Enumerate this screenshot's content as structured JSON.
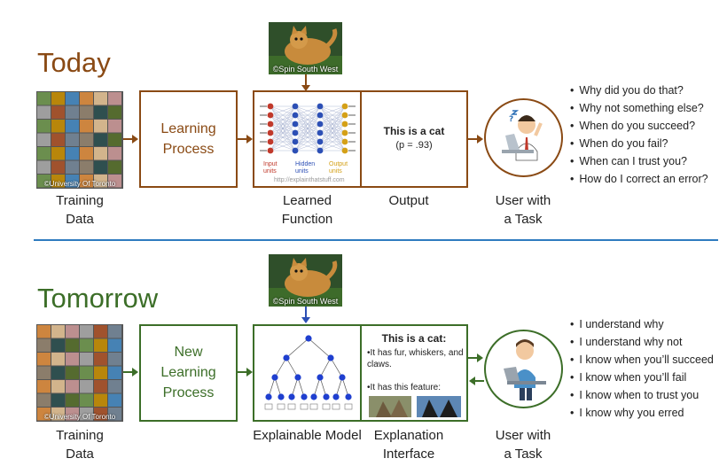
{
  "today": {
    "heading": "Today",
    "cat_image_credit": "©Spin South West",
    "dataset_credit": "©University Of Toronto",
    "training_caption": "Training\nData",
    "learning_box": "Learning\nProcess",
    "network_labels": {
      "input": "Input\nunits",
      "hidden": "Hidden\nunits",
      "output": "Output\nunits"
    },
    "network_credit": "http://explainthatstuff.com",
    "learned_caption": "Learned\nFunction",
    "output_title": "This is a cat",
    "output_prob": "(p = .93)",
    "output_caption": "Output",
    "user_caption": "User with\na Task",
    "questions": [
      "Why did you do that?",
      "Why not something else?",
      "When do you succeed?",
      "When do you fail?",
      "When can I trust you?",
      "How do I correct an error?"
    ],
    "color": "#8a4a14"
  },
  "tomorrow": {
    "heading": "Tomorrow",
    "cat_image_credit": "©Spin South West",
    "dataset_credit": "©University Of Toronto",
    "training_caption": "Training\nData",
    "learning_box": "New\nLearning\nProcess",
    "model_caption": "Explainable Model",
    "explanation_title": "This is a cat:",
    "explanation_items": [
      "It has fur, whiskers, and claws.",
      "It has this feature:"
    ],
    "interface_caption": "Explanation\nInterface",
    "user_caption": "User with\na Task",
    "statements": [
      "I understand why",
      "I understand why not",
      "I know when you’ll succeed",
      "I know when you’ll fail",
      "I know when to trust you",
      "I know why you erred"
    ],
    "color": "#3c6e28"
  },
  "colors": {
    "divider": "#2e7bbf"
  },
  "icons": [
    "cat-photo",
    "training-image-grid",
    "neural-network-icon",
    "confused-user-icon",
    "happy-user-icon",
    "decision-tree-icon"
  ]
}
